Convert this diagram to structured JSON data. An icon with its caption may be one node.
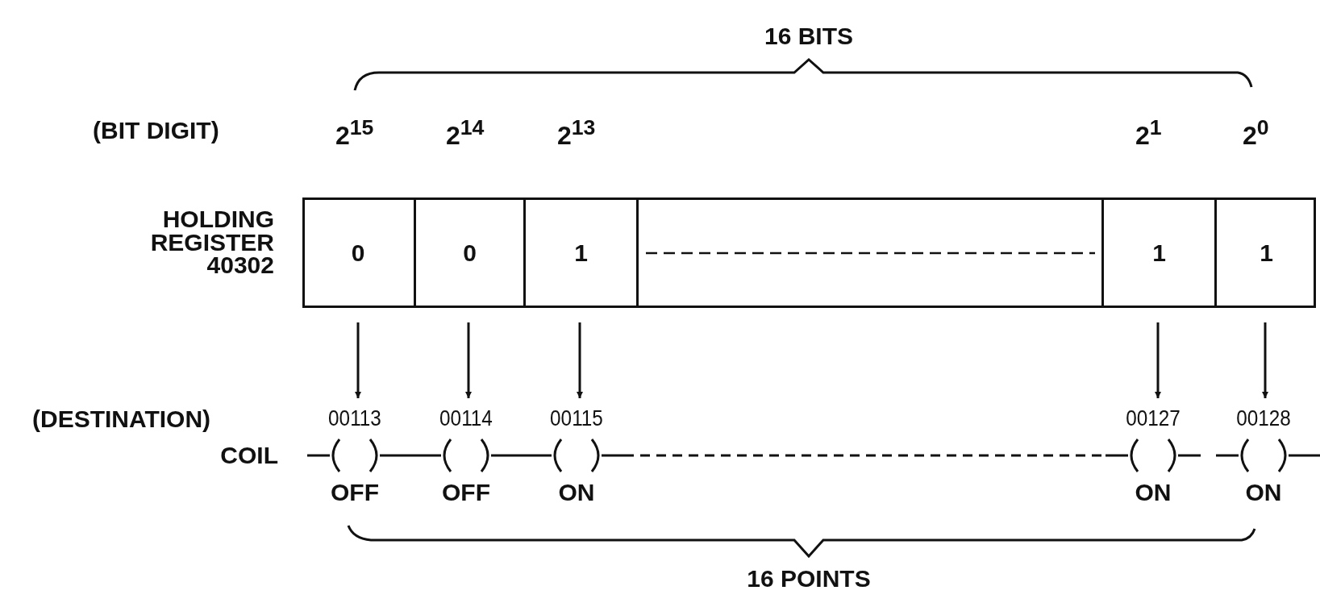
{
  "diagram": {
    "nodes": [
      {
        "text": [
          "HOLDING REGISTER 40302"
        ]
      },
      {
        "text": [
          "0"
        ],
        "in": 0,
        "beside": [
          "2$^{15}$"
        ]
      },
      {
        "text": [
          "0"
        ],
        "in": 0,
        "beside": [
          "2$^{14}$"
        ]
      },
      {
        "text": [
          "1"
        ],
        "in": 0,
        "beside": [
          "2$^{13}$"
        ]
      },
      {
        "text": [],
        "shape": "box",
        "in": 0
      },
      {
        "text": [
          "1"
        ],
        "in": 0,
        "beside": [
          "2$^{1}$"
        ]
      },
      {
        "text": [
          "1"
        ],
        "in": 0,
        "beside": [
          "2$^{0}$"
        ]
      },
      {
        "text": [
          "00113",
          "OFF"
        ]
      },
      {
        "text": [
          "00114",
          "OFF"
        ]
      },
      {
        "text": [
          "00115",
          "ON"
        ]
      },
      {
        "text": [
          "00127",
          "ON"
        ]
      },
      {
        "text": [
          "00128",
          "ON"
        ]
      }
    ],
    "edges": [
      {
        "from": 1,
        "to": 7,
        "arrow": "to"
      },
      {
        "from": 2,
        "to": 8,
        "arrow": "to"
      },
      {
        "from": 3,
        "to": 9,
        "arrow": "to"
      },
      {
        "from": 5,
        "to": 10,
        "arrow": "to"
      },
      {
        "from": 6,
        "to": 11,
        "arrow": "to"
      },
      {
        "from": 7,
        "to": 8,
        "arrow": "none"
      },
      {
        "from": 8,
        "to": 9,
        "arrow": "none"
      },
      {
        "from": 9,
        "to": 10,
        "arrow": "none",
        "style": "dashed"
      },
      {
        "from": 11,
        "to": null,
        "arrow": "none"
      }
    ],
    "labels": [
      "16 BITS",
      "(BIT DIGIT)",
      "(DESTINATION)",
      "COIL",
      "16 POINTS"
    ]
  }
}
